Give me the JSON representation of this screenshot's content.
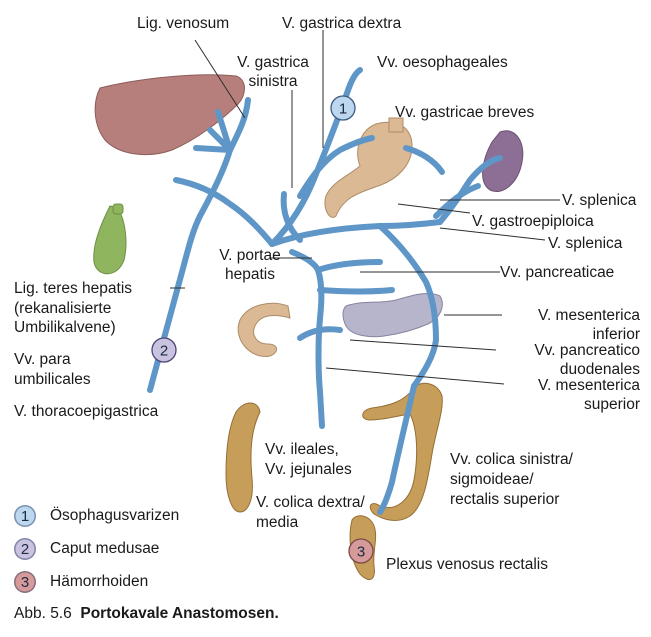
{
  "labels": {
    "lig_venosum": "Lig. venosum",
    "v_gastrica_dextra": "V. gastrica dextra",
    "v_gastrica_sinistra_1": "V. gastrica",
    "v_gastrica_sinistra_2": "sinistra",
    "vv_oesophageales": "Vv. oesophageales",
    "vv_gastricae_breves": "Vv. gastricae breves",
    "v_splenica_1": "V. splenica",
    "v_gastroepiploica": "V. gastroepiploica",
    "v_splenica_2": "V. splenica",
    "vv_pancreaticae": "Vv. pancreaticae",
    "v_portae_1": "V. portae",
    "v_portae_2": "hepatis",
    "lig_teres_1": "Lig. teres hepatis",
    "lig_teres_2": "(rekanalisierte",
    "lig_teres_3": "Umbilikalvene)",
    "v_mes_inf_1": "V. mesenterica",
    "v_mes_inf_2": "inferior",
    "vv_pancreatico_1": "Vv. pancreatico",
    "vv_pancreatico_2": "duodenales",
    "vv_para_1": "Vv. para",
    "vv_para_2": "umbilicales",
    "v_mes_sup_1": "V. mesenterica",
    "v_mes_sup_2": "superior",
    "v_thoraco": "V. thoracoepigastrica",
    "vv_ileales_1": "Vv. ileales,",
    "vv_ileales_2": "Vv. jejunales",
    "vv_colica_sin_1": "Vv. colica sinistra/",
    "vv_colica_sin_2": "sigmoideae/",
    "vv_colica_sin_3": "rectalis superior",
    "v_colica_dex_1": "V. colica dextra/",
    "v_colica_dex_2": "media",
    "plexus": "Plexus venosus rectalis"
  },
  "markers": {
    "m1": "1",
    "m2": "2",
    "m3": "3"
  },
  "legend": [
    {
      "num": "1",
      "text": "Ösophagusvarizen",
      "color": "#bcd7ee"
    },
    {
      "num": "2",
      "text": "Caput medusae",
      "color": "#c9c3e0"
    },
    {
      "num": "3",
      "text": "Hämorrhoiden",
      "color": "#d69a9a"
    }
  ],
  "caption": {
    "prefix": "Abb. 5.6",
    "title": "Portokavale Anastomosen."
  },
  "colors": {
    "vein": "#5f96c8",
    "liver": "#b77f7b",
    "gallbladder": "#8fb55e",
    "spleen": "#8d6f95",
    "stomach": "#dcb995",
    "pancreas": "#b6b5cb",
    "colon": "#c69d59"
  }
}
